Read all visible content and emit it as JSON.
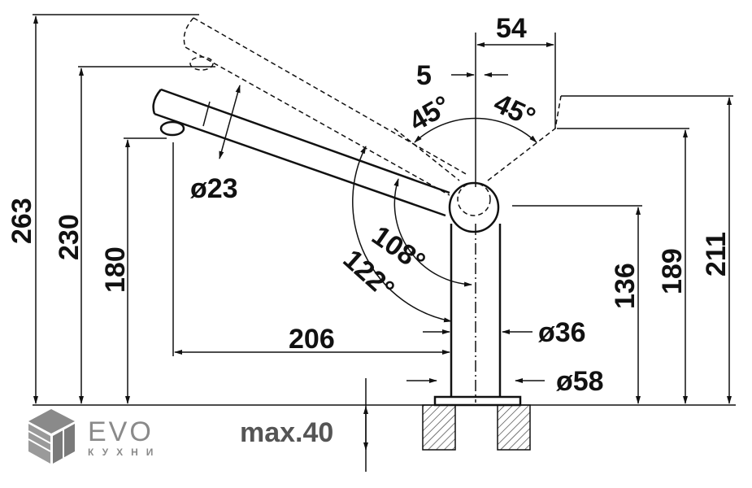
{
  "dimensions": {
    "h263": "263",
    "h230": "230",
    "h180": "180",
    "h136": "136",
    "h189": "189",
    "h211": "211",
    "w206": "206",
    "w54": "54",
    "w5": "5",
    "d23": "ø23",
    "d36": "ø36",
    "d58": "ø58",
    "a45_left": "45°",
    "a45_right": "45°",
    "a108": "108°",
    "a122": "122°",
    "max_thickness": "max.40"
  },
  "logo": {
    "brand": "EVO",
    "subtitle": "КУХНИ"
  },
  "colors": {
    "line": "#111111",
    "logo": "#8a8a8a",
    "max_label": "#555555"
  }
}
